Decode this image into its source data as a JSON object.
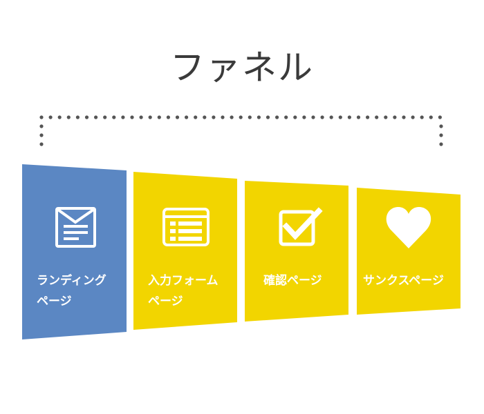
{
  "title": "ファネル",
  "colors": {
    "blue": "#5b87c3",
    "yellow": "#f2d500",
    "white": "#ffffff",
    "dots": "#555555"
  },
  "stages": [
    {
      "label": "ランディング\nページ",
      "icon": "landing-page-icon",
      "color": "#5b87c3"
    },
    {
      "label": "入力フォーム\nページ",
      "icon": "form-icon",
      "color": "#f2d500"
    },
    {
      "label": "確認ページ",
      "icon": "checkbox-icon",
      "color": "#f2d500"
    },
    {
      "label": "サンクスページ",
      "icon": "heart-icon",
      "color": "#f2d500"
    }
  ]
}
